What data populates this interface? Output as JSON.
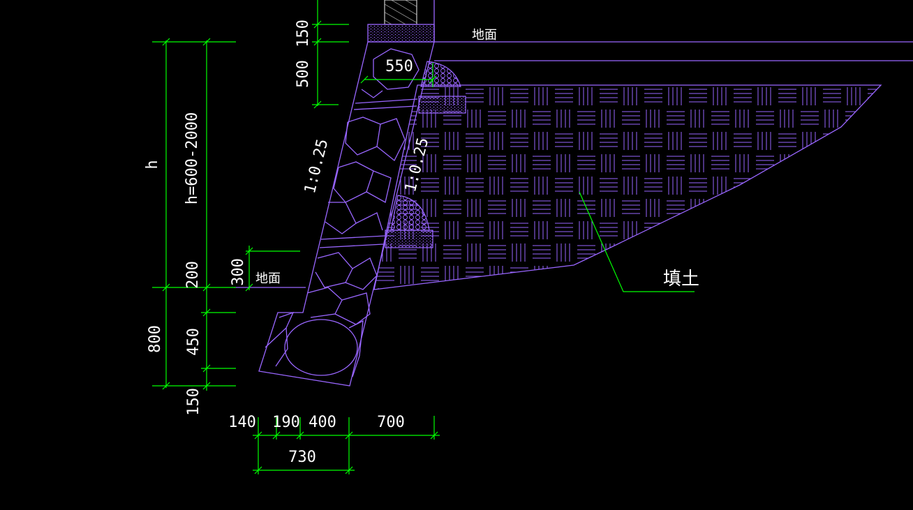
{
  "colors": {
    "background": "#000000",
    "structure": "#9966ff",
    "dimension": "#00ff00",
    "text": "#ffffff"
  },
  "labels": {
    "ground_top": "地面",
    "ground_bottom": "地面",
    "fill": "填土",
    "slope_wall": "1:0.25",
    "slope_back": "1:0.25"
  },
  "dimensions": {
    "cap_150": "150",
    "top_500": "500",
    "top_width_550": "550",
    "h": "h",
    "h_range": "h=600-2000",
    "d200": "200",
    "d300": "300",
    "d800": "800",
    "d450": "450",
    "d150_bottom": "150",
    "b140": "140",
    "b190": "190",
    "b400": "400",
    "b700": "700",
    "b730": "730"
  }
}
